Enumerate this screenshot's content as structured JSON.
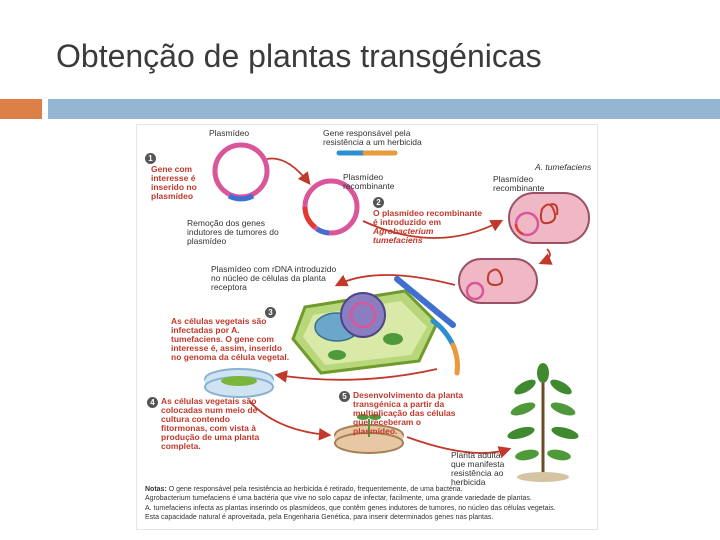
{
  "slide": {
    "title": "Obtenção de plantas transgénicas"
  },
  "figure": {
    "labels": {
      "plasmideo": "Plasmídeo",
      "gene_herbicida": "Gene responsável pela resistência a um herbicida",
      "plasmideo_recombinante_1": "Plasmídeo recombinante",
      "a_tumefaciens": "A. tumefaciens",
      "plasmideo_recombinante_2": "Plasmídeo recombinante",
      "gene_interesse": "Gene com interesse é inserido no plasmídeo",
      "remocao_genes": "Remoção dos genes indutores de tumores do plasmídeo",
      "plasmideo_rdna": "Plasmídeo com rDNA introduzido no núcleo de células da planta receptora",
      "planta_adulta": "Planta adulta que manifesta resistência ao herbicida"
    },
    "steps": {
      "s1": "1",
      "s2_num": "2",
      "s2": "O plasmídeo recombinante é introduzido em",
      "s2_italic": "Agrobacterium tumefaciens",
      "s3_num": "3",
      "s3": "As células vegetais são infectadas por A. tumefaciens. O gene com interesse é, assim, inserido no genoma da célula vegetal.",
      "s4_num": "4",
      "s4": "As células vegetais são colocadas num meio de cultura contendo fitormonas, com vista à produção de uma planta completa.",
      "s5_num": "5",
      "s5": "Desenvolvimento da planta transgénica a partir da multiplicação das células que receberam o plasmídeo."
    },
    "notes": {
      "heading": "Notas:",
      "line1": "O gene responsável pela resistência ao herbicida é retirado, frequentemente, de uma bactéria.",
      "line2": "Agrobacterium tumefaciens é uma bactéria que vive no solo capaz de infectar, facilmente, uma grande variedade de plantas.",
      "line3": "A. tumefaciens infecta as plantas inserindo os plasmídeos, que contêm genes indutores de tumores, no núcleo das células vegetais.",
      "line4": "Esta capacidade natural é aproveitada, pela Engenharia Genética, para inserir determinados genes nas plantas."
    },
    "colors": {
      "plasmid": "#d9569b",
      "arrow": "#c0392b",
      "bacterium": "#efb8c4",
      "cell_wall": "#9ac04a",
      "nucleus": "#7b6fb0",
      "plant": "#3f8a2e"
    }
  }
}
